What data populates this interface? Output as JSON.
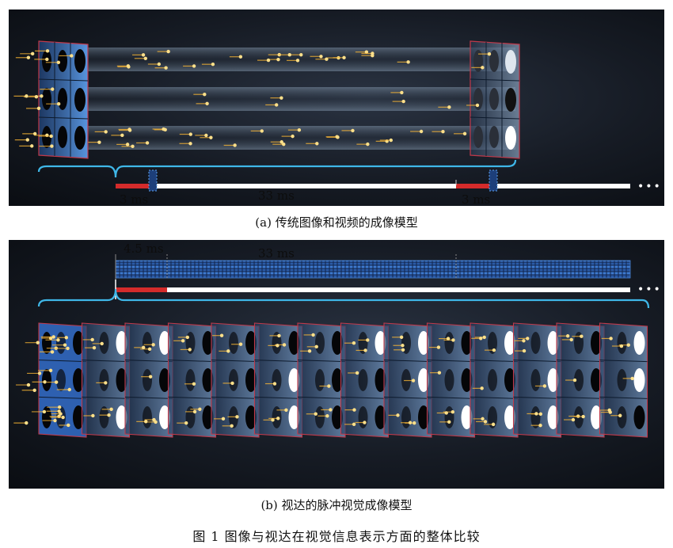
{
  "panel_a": {
    "caption": "(a) 传统图像和视频的成像模型",
    "label_exposure_start": "3 ms",
    "label_interval": "33 ms",
    "label_exposure_end": "3 ms",
    "ellipsis": "•••"
  },
  "panel_b": {
    "caption": "(b) 视达的脉冲视觉成像模型",
    "label_window": "4.5 ms",
    "label_interval": "33 ms",
    "ellipsis": "•••",
    "frame_count": 14
  },
  "figure_caption": "图 1    图像与视达在视觉信息表示方面的整体比较",
  "colors": {
    "panel_bg": "#1a1f28",
    "photon": "#ffb933",
    "beam": "#9fb4c8",
    "frame_blue": "#4a8fe0",
    "frame_edge": "#c0394a",
    "timeline_red": "#d42b2b",
    "timeline_white": "#ffffff",
    "brace_cyan": "#3fb7e8"
  }
}
